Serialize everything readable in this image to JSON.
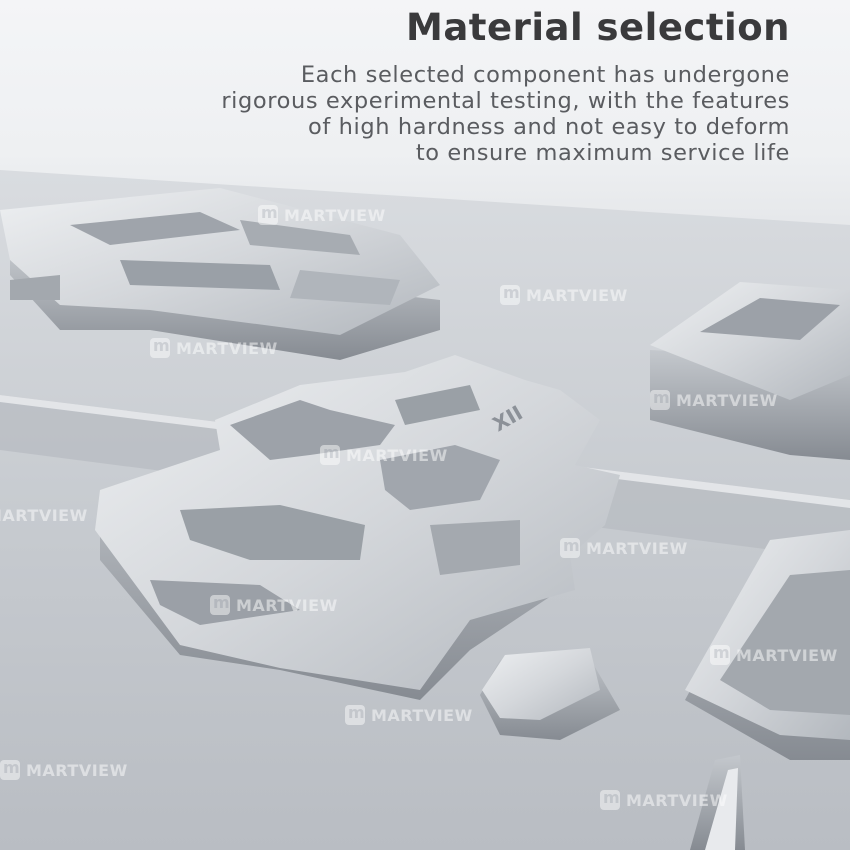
{
  "header": {
    "title": "Material selection",
    "body_lines": [
      "Each selected component has undergone",
      "rigorous experimental testing, with the features",
      "of high hardness and not easy to deform",
      "to ensure maximum service life"
    ]
  },
  "photo": {
    "part_engraving": "XII",
    "watermark": "MARTVIEW"
  },
  "colors": {
    "title": "#3a3a3c",
    "body": "#5a5c60",
    "metal_light": "#e4e6e9",
    "metal_shadow": "#8e939a",
    "background": "#f2f3f5"
  }
}
